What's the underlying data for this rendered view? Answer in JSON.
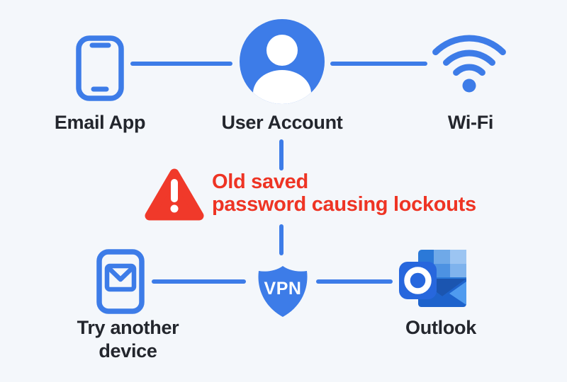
{
  "palette": {
    "background": "#f4f7fb",
    "blue": "#3d7ce8",
    "red": "#f0392a",
    "red_text": "#ee3424",
    "label": "#23262d",
    "white": "#ffffff",
    "outlook_base": "#2b79d8",
    "outlook_front": "#2767dd",
    "outlook_dark": "#1b55b0",
    "outlook_envelope": "#1e63cc",
    "outlook_fold": "#4f9bef",
    "checker_a": "#6fa9e8",
    "checker_b": "#9cc5f2",
    "checker_c": "#4d92e2",
    "checker_d": "#7fb3ed"
  },
  "nodes": {
    "email_app": {
      "label": "Email App",
      "icon": "phone-icon"
    },
    "user_account": {
      "label": "User Account",
      "icon": "user-avatar-icon"
    },
    "wifi": {
      "label": "Wi-Fi",
      "icon": "wifi-icon"
    },
    "try_another_device": {
      "label": "Try another device",
      "icon": "phone-mail-icon"
    },
    "vpn": {
      "label": "VPN",
      "icon": "shield-icon"
    },
    "outlook": {
      "label": "Outlook",
      "icon": "outlook-icon"
    }
  },
  "alert": {
    "icon": "warning-triangle-icon",
    "lines": [
      "Old saved",
      "password causing lockouts"
    ]
  }
}
